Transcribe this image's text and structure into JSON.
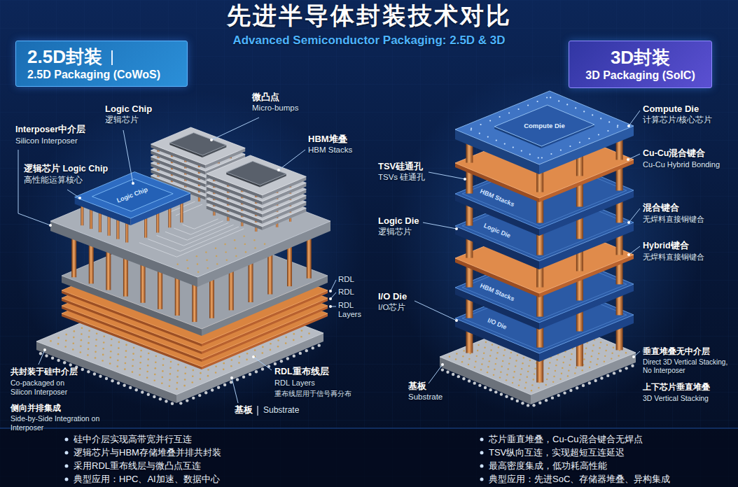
{
  "diagram": {
    "title": "先进半导体封装技术对比",
    "nodes": [
      {
        "text": [
          "2.5D封装",
          "2.5D Packaging (CoWoS)"
        ]
      },
      {
        "text": [
          "3D封装",
          "3D Packaging (SoIC)"
        ]
      }
    ],
    "labels": [
      "Advanced Semiconductor Packaging: 2.5D & 3D",
      "微凸点",
      "Micro-bumps",
      "Logic Chip",
      "逻辑芯片",
      "Interposer中介层",
      "Silicon Interposer",
      "HBM堆叠",
      "HBM Stacks",
      "逻辑芯片 Logic Chip",
      "高性能运算核心",
      "Logic Chip",
      "RDL",
      "RDL",
      "RDL Layers",
      "共封装于硅中介层",
      "Co-packaged on Silicon Interposer",
      "RDL重布线层",
      "RDL Layers",
      "重布线层用于信号再分布",
      "基板",
      "Substrate",
      "侧向并排集成",
      "Side-by-Side Integration on Interposer",
      "Compute Die",
      "Compute Die",
      "计算芯片/核心芯片",
      "TSV硅通孔",
      "TSVs 硅通孔",
      "Cu-Cu混合键合",
      "Cu-Cu Hybrid Bonding",
      "HBM Stacks",
      "Logic Die",
      "Logic Die",
      "逻辑芯片",
      "混合键合",
      "无焊料直接铜键合",
      "Hybrid键合",
      "无焊料直接铜键合",
      "HBM Stacks",
      "I/O Die",
      "I/O Die",
      "I/O芯片",
      "基板",
      "Substrate",
      "垂直堆叠无中介层",
      "Direct 3D Vertical Stacking, No Interposer",
      "上下芯片垂直堆叠",
      "3D Vertical Stacking",
      "硅中介层实现高带宽并行互连",
      "逻辑芯片与HBM存储堆叠并排共封装",
      "采用RDL重布线层与微凸点互连",
      "典型应用：HPC、AI加速、数据中心",
      "芯片垂直堆叠，Cu-Cu混合键合无焊点",
      "TSV纵向互连，实现超短互连延迟",
      "最高密度集成，低功耗高性能",
      "典型应用：先进SoC、存储器堆叠、异构集成"
    ]
  }
}
